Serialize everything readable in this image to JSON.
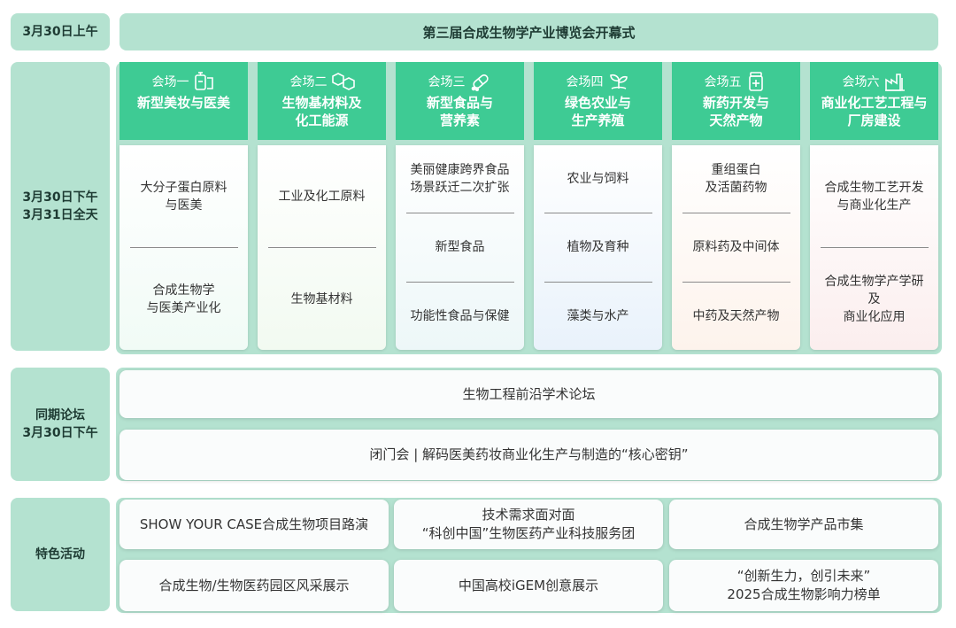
{
  "row1": {
    "label": "3月30日上午",
    "banner": "第三届合成生物学产业博览会开幕式"
  },
  "row2": {
    "label_line1": "3月30日下午",
    "label_line2": "3月31日全天",
    "venues": [
      {
        "tag": "会场一",
        "title": "新型美妆与医美",
        "icon": "cosmetics-bottle-icon",
        "items": [
          "大分子蛋白原料\n与医美",
          "合成生物学\n与医美产业化"
        ]
      },
      {
        "tag": "会场二",
        "title": "生物基材料及\n化工能源",
        "icon": "hexagon-molecule-icon",
        "items": [
          "工业及化工原料",
          "生物基材料"
        ]
      },
      {
        "tag": "会场三",
        "title": "新型食品与\n营养素",
        "icon": "capsule-pill-icon",
        "items": [
          "美丽健康跨界食品\n场景跃迁二次扩张",
          "新型食品",
          "功能性食品与保健"
        ]
      },
      {
        "tag": "会场四",
        "title": "绿色农业与\n生产养殖",
        "icon": "sprout-icon",
        "items": [
          "农业与饲料",
          "植物及育种",
          "藻类与水产"
        ]
      },
      {
        "tag": "会场五",
        "title": "新药开发与\n天然产物",
        "icon": "medicine-bottle-icon",
        "items": [
          "重组蛋白\n及活菌药物",
          "原料药及中间体",
          "中药及天然产物"
        ]
      },
      {
        "tag": "会场六",
        "title": "商业化工艺工程与\n厂房建设",
        "icon": "factory-icon",
        "items": [
          "合成生物工艺开发\n与商业化生产",
          "合成生物学产学研及\n商业化应用"
        ]
      }
    ]
  },
  "row3": {
    "label_line1": "同期论坛",
    "label_line2": "3月30日下午",
    "cards": [
      "生物工程前沿学术论坛",
      "闭门会 | 解码医美药妆商业化生产与制造的“核心密钥”"
    ]
  },
  "row4": {
    "label": "特色活动",
    "cards": [
      "SHOW YOUR CASE合成生物项目路演",
      "技术需求面对面\n“科创中国”生物医药产业科技服务团",
      "合成生物学产品市集",
      "合成生物/生物医药园区风采展示",
      "中国高校iGEM创意展示",
      "“创新生力，创引未来”\n2025合成生物影响力榜单"
    ]
  },
  "colors": {
    "label_bg": "#b4e2d0",
    "venue_head": "#3ecb94",
    "venue_bodies": [
      "#f1fbf6",
      "#f2faf1",
      "#edf7f8",
      "#e9f2fb",
      "#fdf3ec",
      "#fbeeee"
    ]
  }
}
